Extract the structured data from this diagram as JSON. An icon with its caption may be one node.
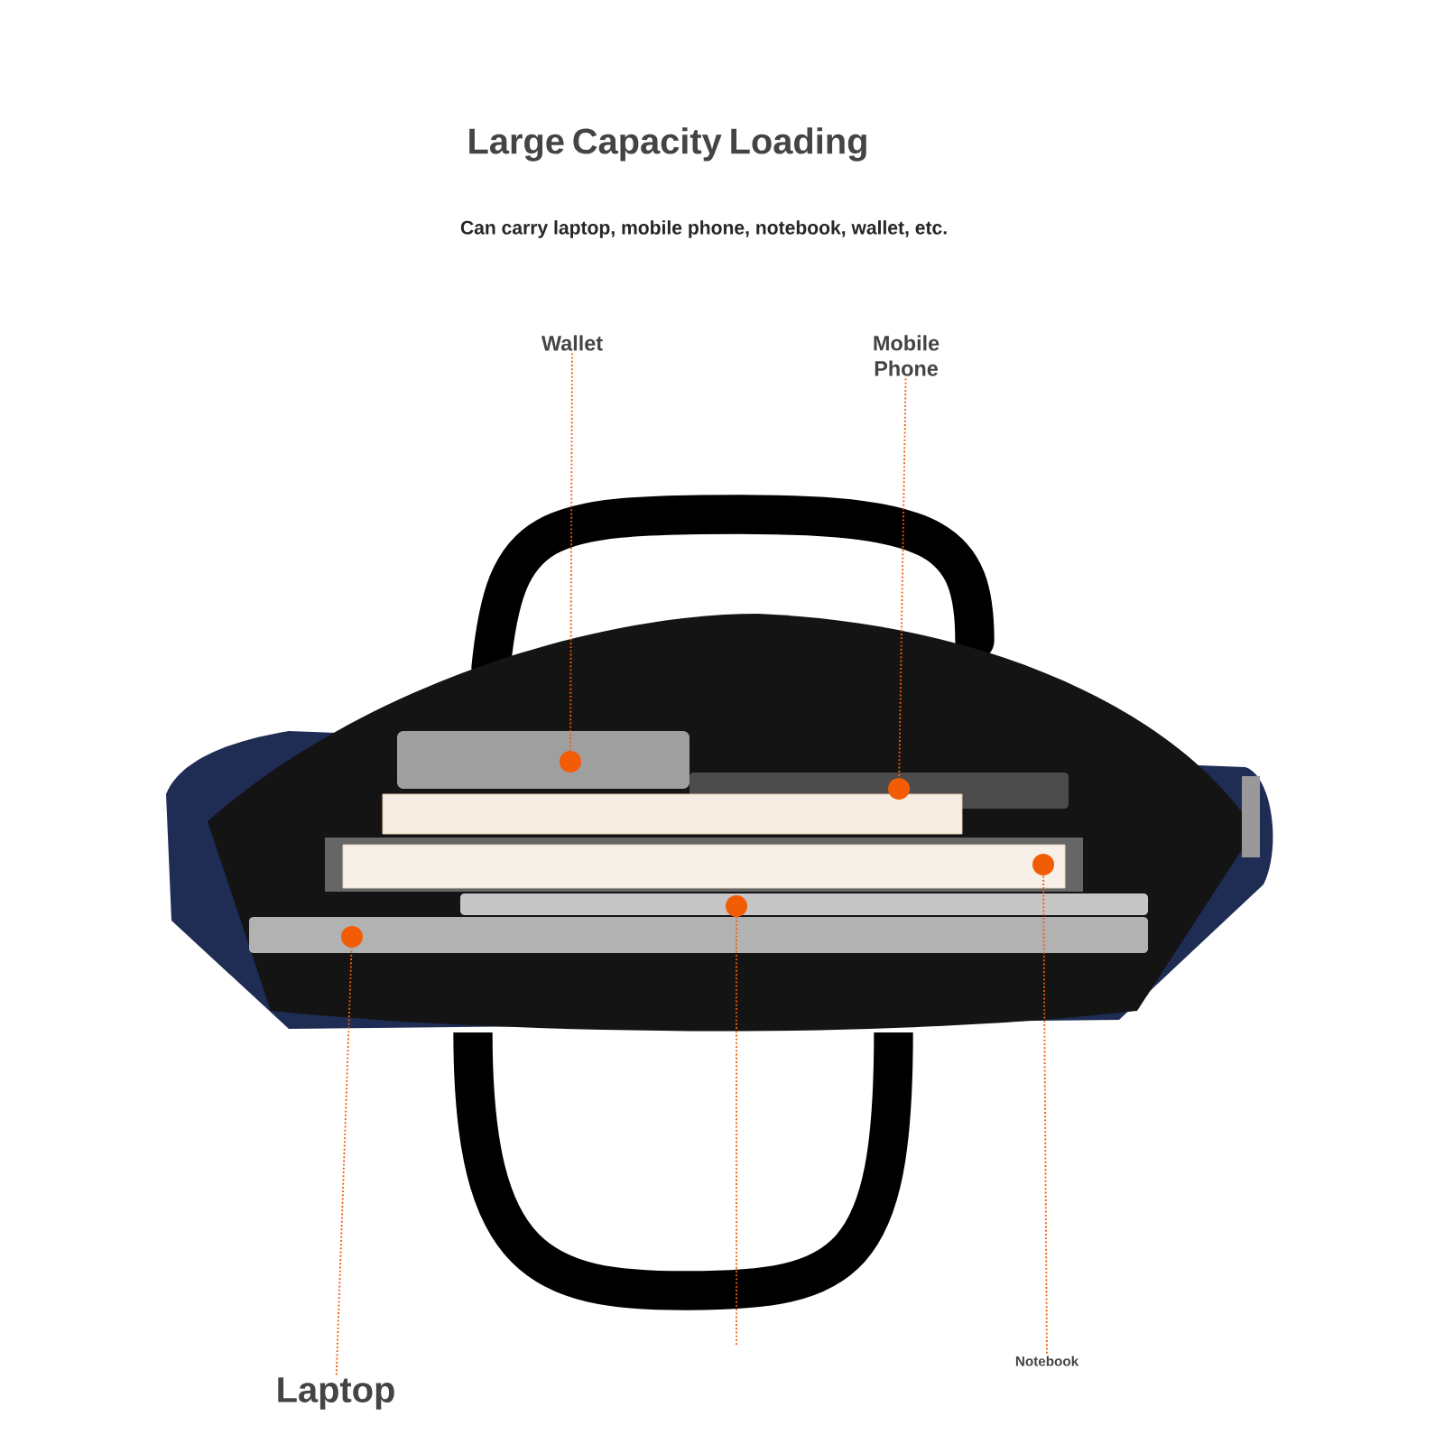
{
  "diagram": {
    "title": "Large Capacity Loading",
    "nodes": [
      {
        "text": [
          "Wallet"
        ]
      },
      {
        "text": [],
        "shape": "circle"
      },
      {
        "text": [
          "Mobile Phone"
        ]
      },
      {
        "text": [],
        "shape": "circle"
      },
      {
        "text": [
          "Laptop"
        ]
      },
      {
        "text": [],
        "shape": "circle"
      },
      {
        "text": [],
        "shape": "circle"
      },
      {
        "text": [
          "Notebook"
        ]
      },
      {
        "text": [],
        "shape": "circle"
      }
    ],
    "edges": [
      {
        "from": 0,
        "to": 1,
        "arrow": "none",
        "style": "dashed"
      },
      {
        "from": 2,
        "to": 3,
        "arrow": "none",
        "style": "dashed"
      },
      {
        "from": 4,
        "to": 5,
        "arrow": "none",
        "style": "dashed"
      },
      {
        "from": null,
        "to": 6,
        "arrow": "none",
        "style": "dashed"
      },
      {
        "from": 7,
        "to": 8,
        "arrow": "none",
        "style": "dashed"
      }
    ],
    "labels": [
      "Can carry laptop, mobile phone, notebook, wallet, etc."
    ]
  }
}
